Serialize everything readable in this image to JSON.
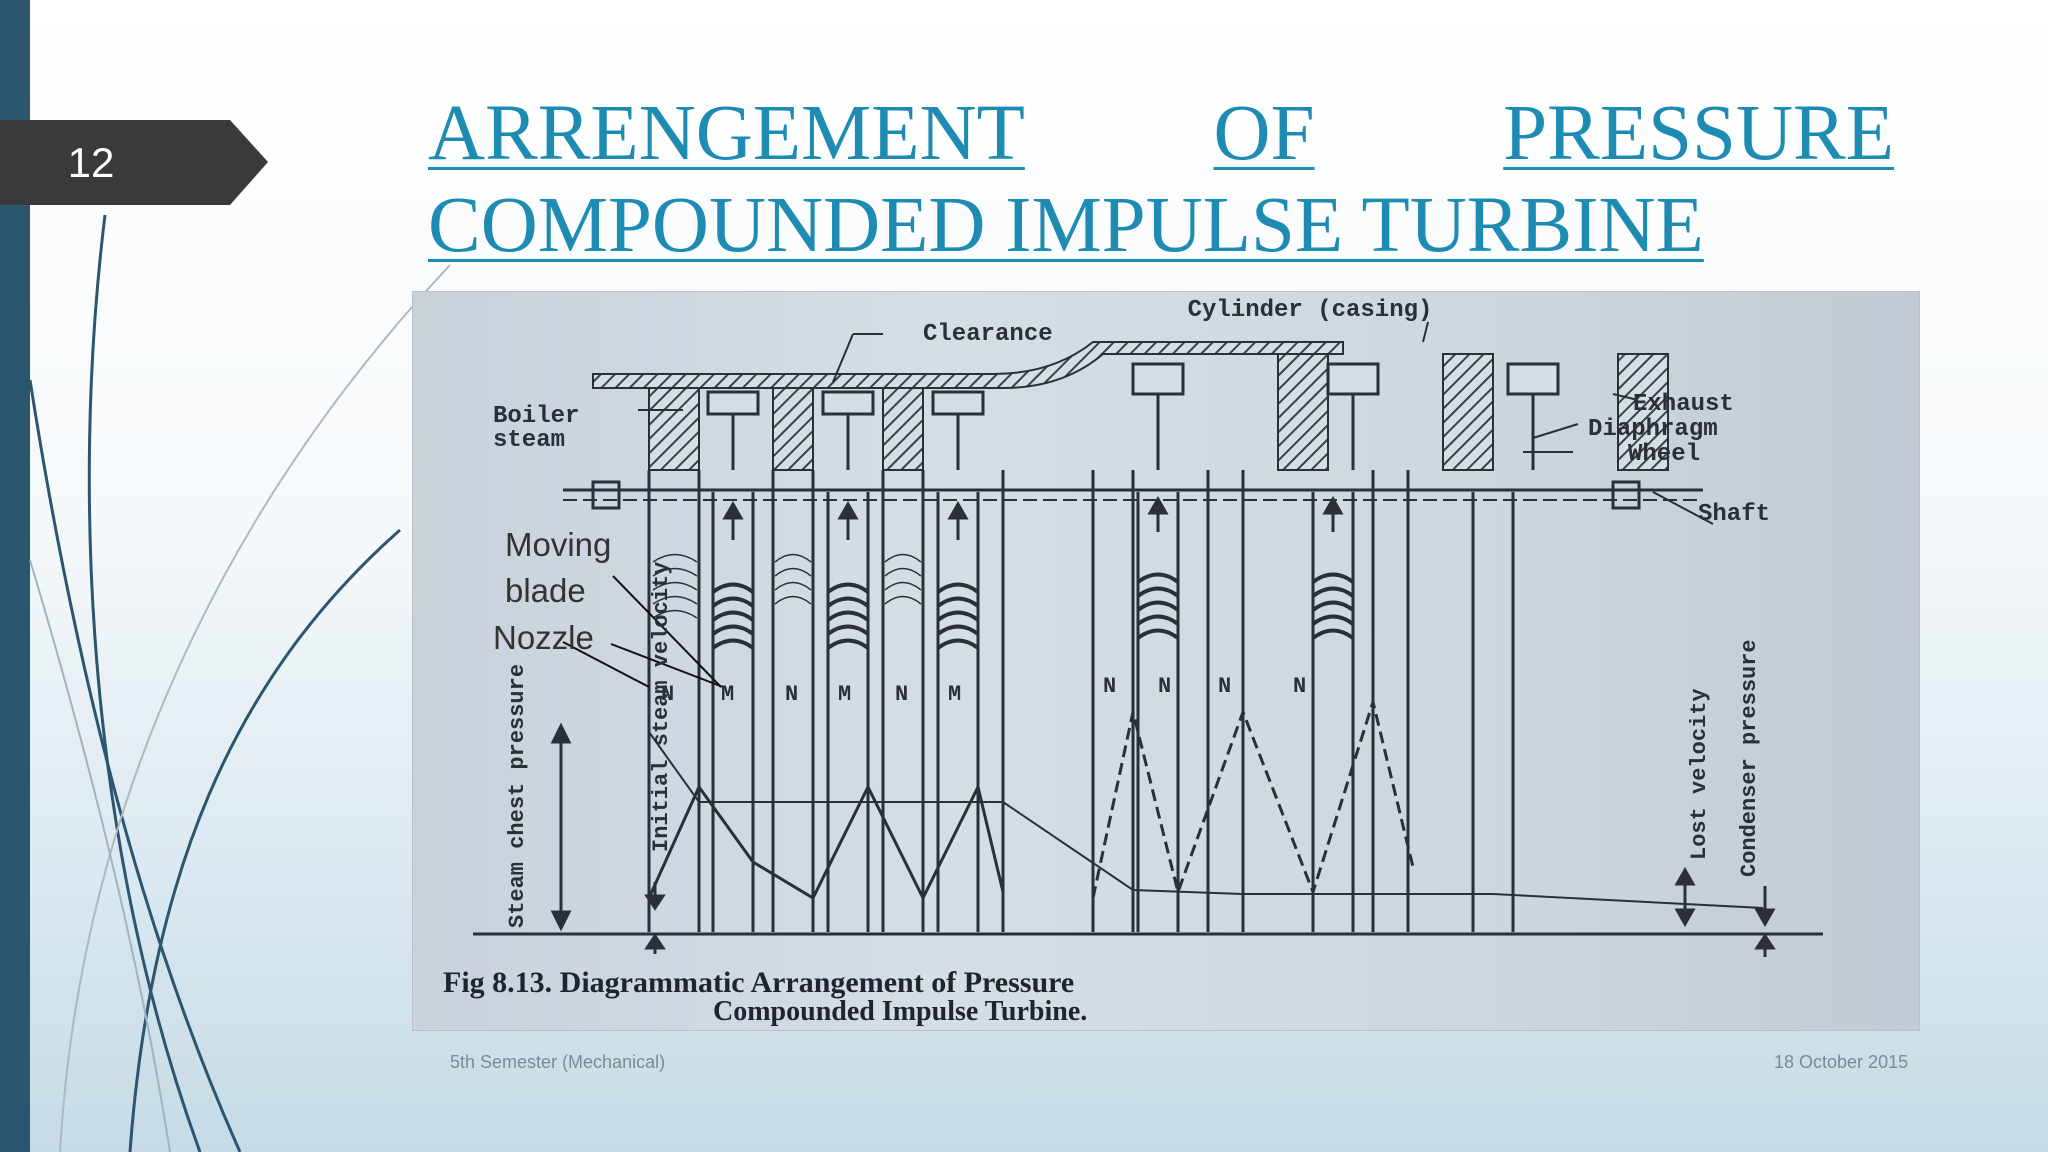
{
  "slide": {
    "number": "12",
    "title_line1": [
      "ARRENGEMENT",
      "OF",
      "PRESSURE"
    ],
    "title_line2": "COMPOUNDED IMPULSE TURBINE",
    "footer_left": "5th Semester (Mechanical)",
    "footer_right": "18 October 2015"
  },
  "figure": {
    "labels": {
      "cylinder": "Cylinder (casing)",
      "clearance": "Clearance",
      "boiler": "Boiler",
      "steam": "steam",
      "exhaust": "Exhaust",
      "diaphragm": "Diaphragm",
      "wheel": "Wheel",
      "shaft": "Shaft",
      "steam_chest_pressure": "Steam chest pressure",
      "initial_steam_velocity": "Initial steam velocity",
      "lost_velocity": "Lost velocity",
      "condenser_pressure": "Condenser pressure"
    },
    "stage_letters": [
      "N",
      "M",
      "N",
      "M",
      "N",
      "M",
      "N",
      "N",
      "N",
      "N"
    ],
    "annotations": {
      "moving": "Moving",
      "blade": "blade",
      "nozzle": "Nozzle"
    },
    "caption_line1": "Fig 8.13. Diagrammatic Arrangement of Pressure",
    "caption_line2": "Compounded Impulse Turbine."
  },
  "colors": {
    "accent_title": "#1e8bb3",
    "left_bar": "#2c5570",
    "slide_number_bg": "#3a3a3a"
  }
}
